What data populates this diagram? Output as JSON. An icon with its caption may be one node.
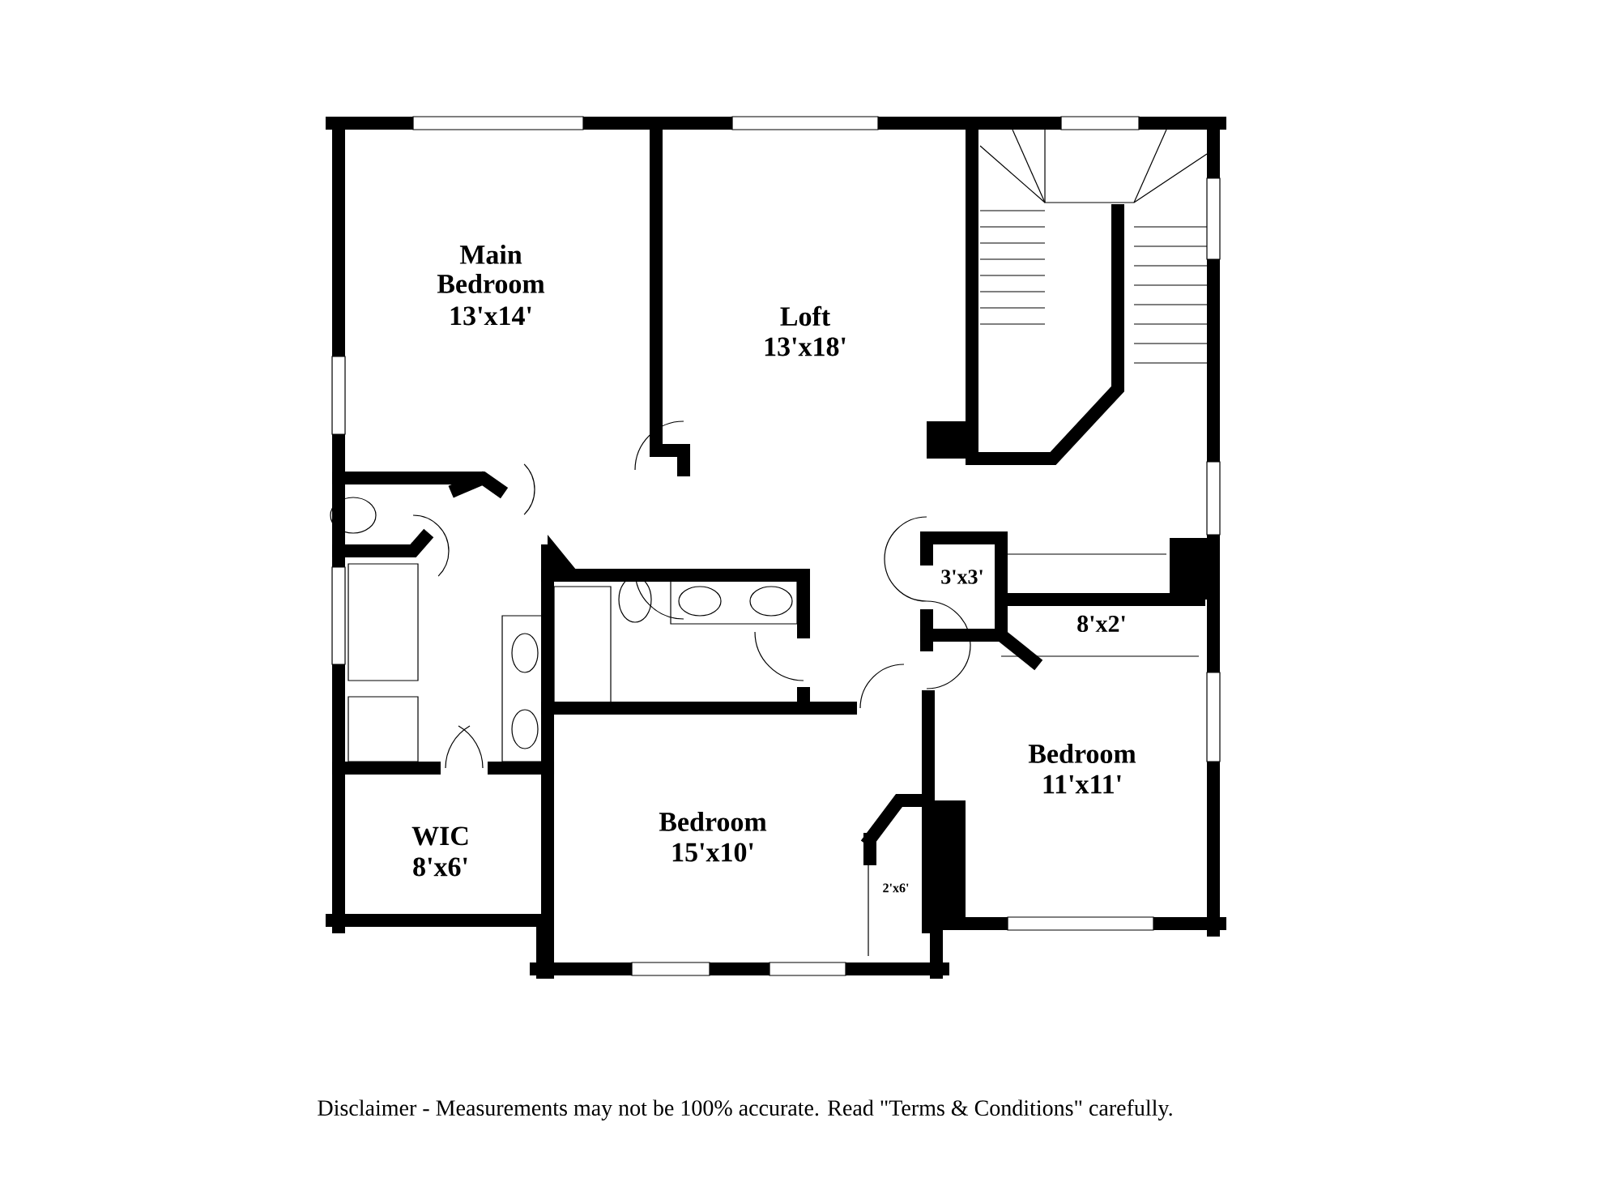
{
  "diagram": {
    "caption": "Disclaimer - Measurements may not be 100% accurate. Read \"Terms & Conditions\" carefully.",
    "labels": [
      "Main Bedroom",
      "13'x14'",
      "Loft",
      "13'x18'",
      "3'x3'",
      "8'x2'",
      "Bedroom",
      "11'x11'",
      "Bedroom",
      "15'x10'",
      "WIC",
      "8'x6'",
      "2'x6'"
    ]
  }
}
